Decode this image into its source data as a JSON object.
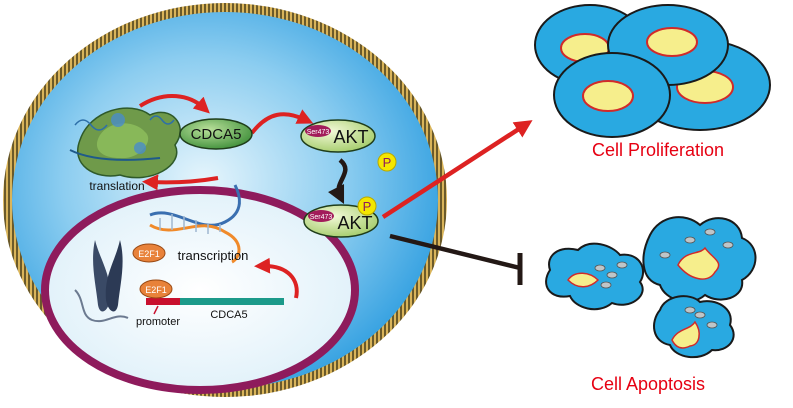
{
  "labels": {
    "translation": "translation",
    "transcription": "transcription",
    "promoter": "promoter",
    "gene": "CDCA5",
    "protein": "CDCA5",
    "akt": "AKT",
    "akt_phos": "AKT",
    "ser": "Ser473",
    "ser_phos": "Ser473",
    "p_free": "P",
    "p_bound": "P",
    "e2f1_free": "E2F1",
    "e2f1_bound": "E2F1",
    "proliferation": "Cell Proliferation",
    "apoptosis": "Cell Apoptosis"
  },
  "colors": {
    "cytoplasm": "#3fa9e6",
    "cytoplasm_light": "#cdeaf8",
    "membrane": "#c7a34a",
    "nucleus_border": "#8e1b5c",
    "nucleus_fill": "#e8f4fb",
    "arrow_red": "#dd2222",
    "inhibit": "#231815",
    "green": "#6aa94a",
    "cell_fill": "#29a9e1",
    "nucleus_yellow": "#f6ee8c",
    "phospho": "#f4e600",
    "e2f1": "#e8823a",
    "promoter": "#c8102e",
    "gene": "#1c9a8a",
    "label_red": "#e60012"
  }
}
